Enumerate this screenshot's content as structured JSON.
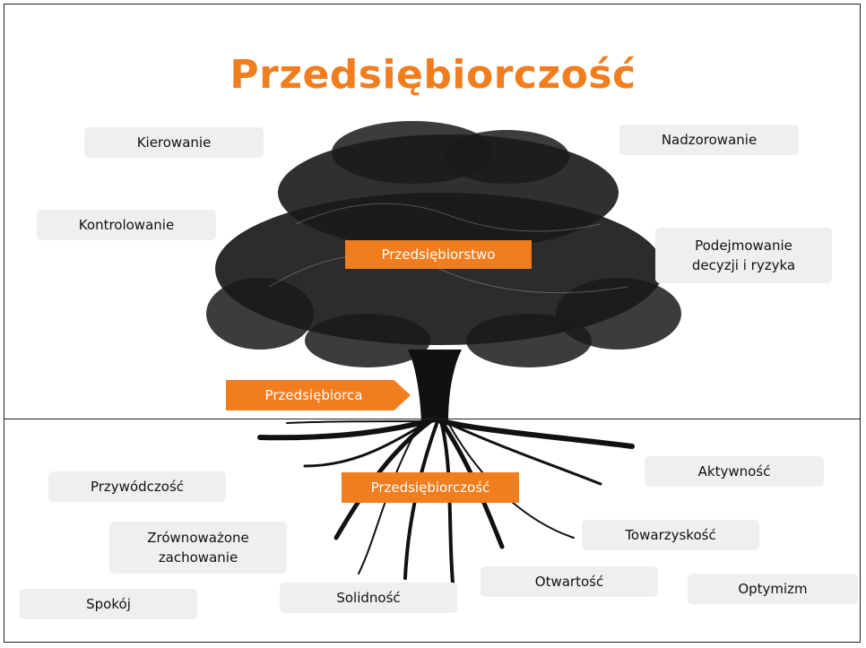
{
  "title": "Przedsiębiorczość",
  "labels": {
    "kierowanie": "Kierowanie",
    "nadzorowanie": "Nadzorowanie",
    "kontrolowanie": "Kontrolowanie",
    "podejmowanie": "Podejmowanie\ndecyzji i ryzyka",
    "przedsiebiorstwo": "Przedsiębiorstwo",
    "przedsiebiorca": "Przedsiębiorca",
    "przedsiebiorczosc_root": "Przedsiębiorczość",
    "przywodczosc": "Przywódczość",
    "aktywnosc": "Aktywność",
    "zrownowazone": "Zrównoważone\nzachowanie",
    "towarzyskosc": "Towarzyskość",
    "otwartosc": "Otwartość",
    "solidnosc": "Solidność",
    "optymizm": "Optymizm",
    "spokoj": "Spokój"
  },
  "colors": {
    "accent": "#f07d1e",
    "box": "#efefef",
    "tree": "#111111"
  },
  "icons": [
    "tree-illustration"
  ]
}
